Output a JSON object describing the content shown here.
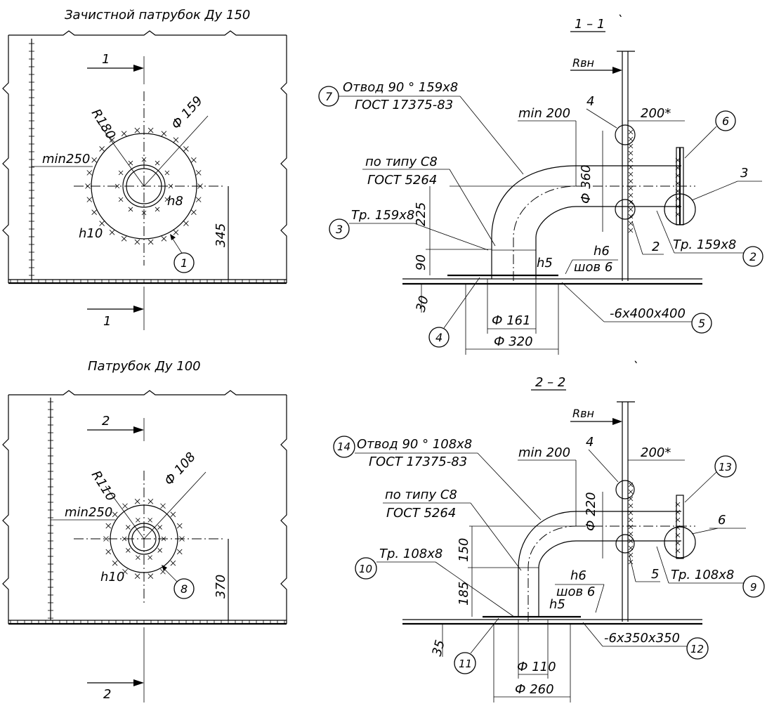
{
  "views": {
    "top1": {
      "title": "Зачистной патрубок Ду 150",
      "section_mark": "1",
      "dims": {
        "radius": "R180",
        "diameter": "Ф 159",
        "min": "min250",
        "h_inner": "h8",
        "h_outer": "h10",
        "height": "345"
      },
      "balloon": "1"
    },
    "top2": {
      "title": "Патрубок Ду 100",
      "section_mark": "2",
      "dims": {
        "radius": "R110",
        "diameter": "Ф 108",
        "min": "min250",
        "h_outer": "h10",
        "height": "370"
      },
      "balloon": "8"
    },
    "sec1": {
      "title": "1 – 1",
      "tick": "`",
      "rvn": "Rвн",
      "bend_line1": "Отвод 90 ° 159x8",
      "bend_line2": "ГОСТ 17375-83",
      "bend_balloon": "7",
      "weld_line1": "по типу С8",
      "weld_line2": "ГОСТ 5264",
      "pipe_label": "Тр. 159x8",
      "pipe_balloon": "3",
      "min200": "min 200",
      "dim200": "200*",
      "dim225": "225",
      "dim90": "90",
      "dim30": "30",
      "dia_pipe": "Ф 360",
      "h5": "h5",
      "h6": "h6",
      "shov": "шов 6",
      "dia161": "Ф 161",
      "dia320": "Ф 320",
      "plate": "-6x400x400",
      "plate_balloon": "5",
      "pad_balloon": "4",
      "pipe2_label": "Тр. 159x8",
      "pipe2_balloon": "2",
      "flange_balloon": "6",
      "lbl4": "4",
      "lbl2": "2",
      "lbl3": "3"
    },
    "sec2": {
      "title": "2 – 2",
      "tick": "`",
      "rvn": "Rвн",
      "bend_line1": "Отвод 90 ° 108x8",
      "bend_line2": "ГОСТ 17375-83",
      "bend_balloon": "14",
      "weld_line1": "по типу С8",
      "weld_line2": "ГОСТ 5264",
      "pipe_label": "Тр. 108x8",
      "pipe_balloon": "10",
      "min200": "min 200",
      "dim200": "200*",
      "dim150": "150",
      "dim185": "185",
      "dim35": "35",
      "dia_pipe": "Ф 220",
      "h5": "h5",
      "h6": "h6",
      "shov": "шов 6",
      "dia110": "Ф 110",
      "dia260": "Ф 260",
      "plate": "-6x350x350",
      "plate_balloon": "12",
      "pad_balloon": "11",
      "pipe2_label": "Тр. 108x8",
      "pipe2_balloon": "9",
      "flange_balloon": "13",
      "lbl4": "4",
      "lbl5": "5",
      "lbl6": "6"
    }
  }
}
